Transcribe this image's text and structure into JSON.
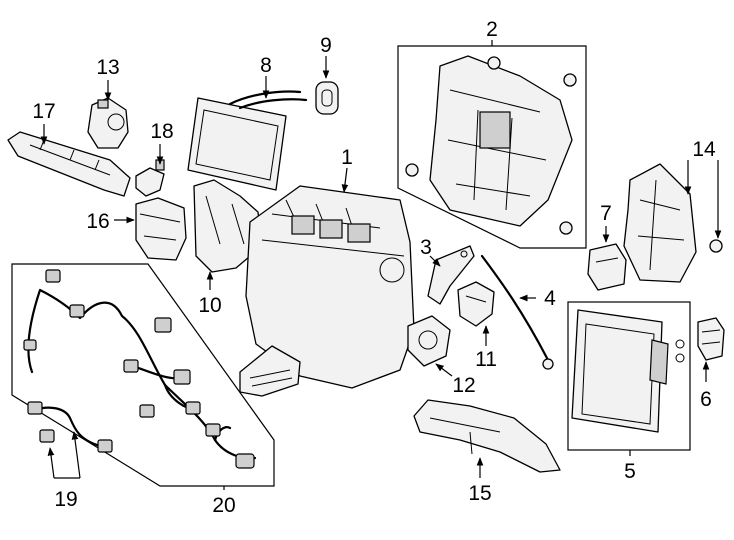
{
  "callouts": [
    {
      "id": "1",
      "label": "1"
    },
    {
      "id": "2",
      "label": "2"
    },
    {
      "id": "3",
      "label": "3"
    },
    {
      "id": "4",
      "label": "4"
    },
    {
      "id": "5",
      "label": "5"
    },
    {
      "id": "6",
      "label": "6"
    },
    {
      "id": "7",
      "label": "7"
    },
    {
      "id": "8",
      "label": "8"
    },
    {
      "id": "9",
      "label": "9"
    },
    {
      "id": "10",
      "label": "10"
    },
    {
      "id": "11",
      "label": "11"
    },
    {
      "id": "12",
      "label": "12"
    },
    {
      "id": "13",
      "label": "13"
    },
    {
      "id": "14",
      "label": "14"
    },
    {
      "id": "15",
      "label": "15"
    },
    {
      "id": "16",
      "label": "16"
    },
    {
      "id": "17",
      "label": "17"
    },
    {
      "id": "18",
      "label": "18"
    },
    {
      "id": "19",
      "label": "19"
    },
    {
      "id": "20",
      "label": "20"
    }
  ],
  "colors": {
    "line": "#000000",
    "part_fill": "#f2f2f2",
    "background": "#ffffff"
  }
}
